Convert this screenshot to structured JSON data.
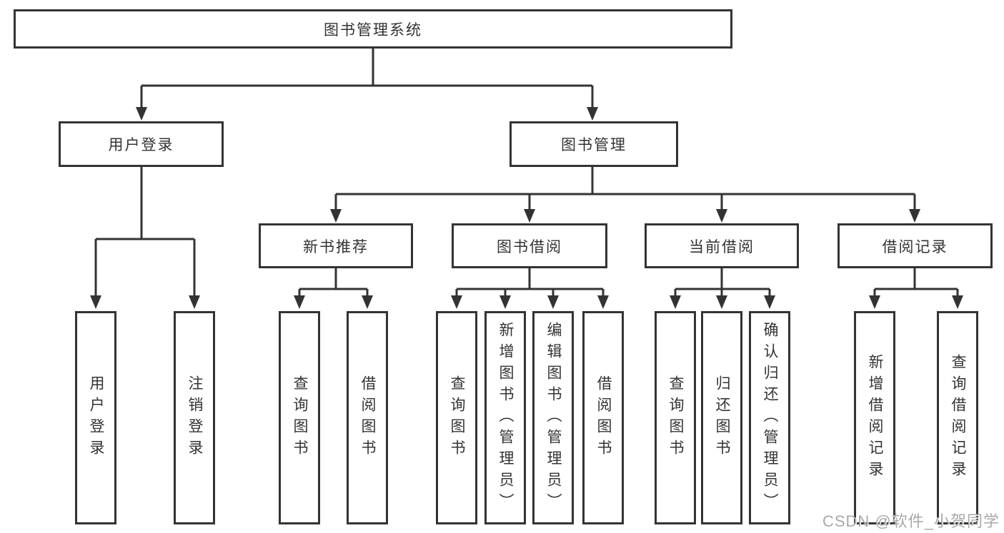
{
  "diagram": {
    "root": {
      "label": "图书管理系统"
    },
    "branches": [
      {
        "label": "用户登录",
        "children": [
          {
            "label": "用户登录"
          },
          {
            "label": "注销登录"
          }
        ]
      },
      {
        "label": "图书管理",
        "children": [
          {
            "label": "新书推荐",
            "children": [
              {
                "label": "查询图书"
              },
              {
                "label": "借阅图书"
              }
            ]
          },
          {
            "label": "图书借阅",
            "children": [
              {
                "label": "查询图书"
              },
              {
                "label": "新增图书（管理员）"
              },
              {
                "label": "编辑图书（管理员）"
              },
              {
                "label": "借阅图书"
              }
            ]
          },
          {
            "label": "当前借阅",
            "children": [
              {
                "label": "查询图书"
              },
              {
                "label": "归还图书"
              },
              {
                "label": "确认归还（管理员）"
              }
            ]
          },
          {
            "label": "借阅记录",
            "children": [
              {
                "label": "新增借阅记录"
              },
              {
                "label": "查询借阅记录"
              }
            ]
          }
        ]
      }
    ]
  },
  "watermark": {
    "text": "CSDN @软件_小贺同学"
  },
  "colors": {
    "line": "#333333",
    "box_border": "#333333",
    "text": "#333333",
    "watermark": "#a9a9a9",
    "background": "#ffffff"
  }
}
